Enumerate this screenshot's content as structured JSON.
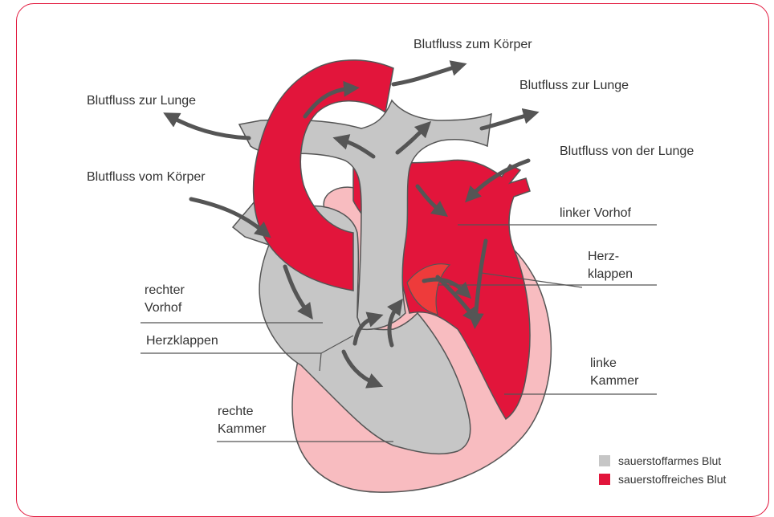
{
  "labels": {
    "body_outflow": "Blutfluss zum Körper",
    "lung_outflow_left": "Blutfluss zur Lunge",
    "lung_outflow_right": "Blutfluss zur Lunge",
    "lung_inflow": "Blutfluss von der Lunge",
    "body_inflow": "Blutfluss vom Körper",
    "left_atrium": "linker Vorhof",
    "valves_right": "Herz-\nklappen",
    "right_atrium": "rechter\nVorhof",
    "valves_left": "Herzklappen",
    "left_ventricle": "linke\nKammer",
    "right_ventricle": "rechte\nKammer"
  },
  "legend": [
    {
      "label": "sauerstoffarmes Blut",
      "color": "#c6c6c6"
    },
    {
      "label": "sauerstoffreiches Blut",
      "color": "#e2153b"
    }
  ],
  "colors": {
    "oxygen_rich": "#e2153b",
    "oxygen_poor": "#c6c6c6",
    "muscle": "#f8bcc0",
    "valve": "#ee3b3b",
    "outline": "#555555",
    "arrow": "#555555",
    "frame": "#e2153b"
  }
}
